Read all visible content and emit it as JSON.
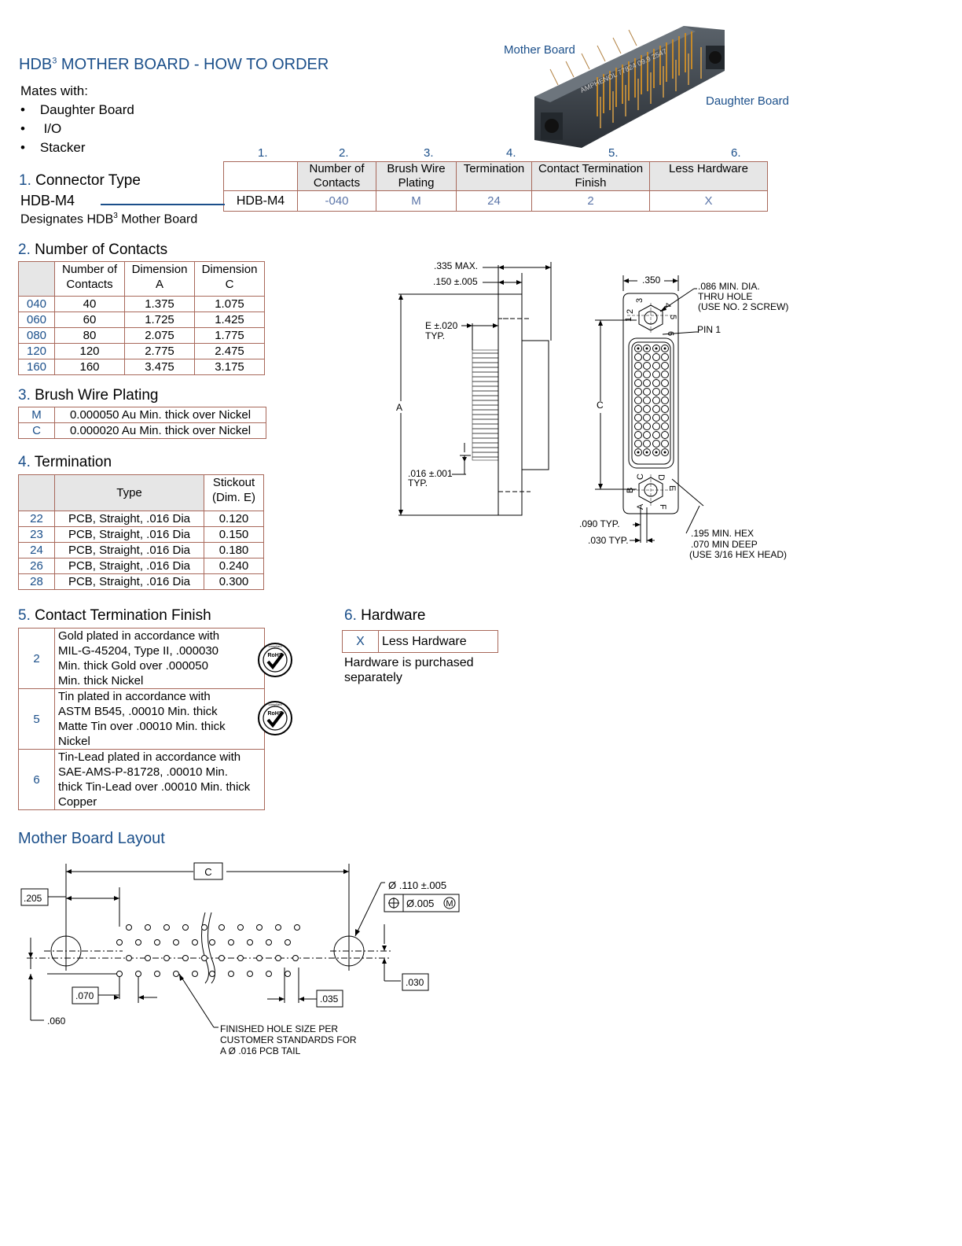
{
  "header": {
    "title_prefix": "HDB",
    "title_sup": "3",
    "title_rest": " MOTHER BOARD - HOW TO ORDER",
    "mates_label": "Mates with:",
    "mates": [
      "Daughter Board",
      " I/O",
      "Stacker"
    ]
  },
  "photo": {
    "mother_label": "Mother Board",
    "daughter_label": "Daughter Board",
    "print_text": "AMPHENOL 77824 09.9 2547"
  },
  "order": {
    "col_numbers": [
      "1.",
      "2.",
      "3.",
      "4.",
      "5.",
      "6."
    ],
    "headers": [
      "",
      "Number of Contacts",
      "Brush Wire Plating",
      "Termination",
      "Contact Termination Finish",
      "Less Hardware"
    ],
    "values": [
      "HDB-M4",
      "-040",
      "M",
      "24",
      "2",
      "X"
    ]
  },
  "section1": {
    "num": "1.",
    "title": " Connector Type",
    "code": "HDB-M4",
    "desc_prefix": "Designates HDB",
    "desc_sup": "3",
    "desc_rest": " Mother Board"
  },
  "section2": {
    "num": "2.",
    "title": " Number of Contacts",
    "headers": [
      "",
      "Number of Contacts",
      "Dimension A",
      "Dimension C"
    ],
    "rows": [
      [
        "040",
        "40",
        "1.375",
        "1.075"
      ],
      [
        "060",
        "60",
        "1.725",
        "1.425"
      ],
      [
        "080",
        "80",
        "2.075",
        "1.775"
      ],
      [
        "120",
        "120",
        "2.775",
        "2.475"
      ],
      [
        "160",
        "160",
        "3.475",
        "3.175"
      ]
    ]
  },
  "section3": {
    "num": "3.",
    "title": " Brush Wire Plating",
    "rows": [
      [
        "M",
        "0.000050 Au Min. thick over Nickel"
      ],
      [
        "C",
        "0.000020 Au Min. thick over Nickel"
      ]
    ]
  },
  "section4": {
    "num": "4.",
    "title": " Termination",
    "headers": [
      "",
      "Type",
      "Stickout (Dim. E)"
    ],
    "rows": [
      [
        "22",
        "PCB, Straight, .016 Dia",
        "0.120"
      ],
      [
        "23",
        "PCB, Straight, .016 Dia",
        "0.150"
      ],
      [
        "24",
        "PCB, Straight, .016 Dia",
        "0.180"
      ],
      [
        "26",
        "PCB, Straight, .016 Dia",
        "0.240"
      ],
      [
        "28",
        "PCB, Straight, .016 Dia",
        "0.300"
      ]
    ]
  },
  "section5": {
    "num": "5.",
    "title": " Contact Termination Finish",
    "rows": [
      [
        "2",
        "Gold plated in accordance with MIL-G-45204, Type II, .000030 Min. thick Gold over .000050 Min. thick Nickel"
      ],
      [
        "5",
        "Tin plated in accordance with ASTM B545, .00010 Min. thick Matte Tin over .00010 Min. thick Nickel"
      ],
      [
        "6",
        "Tin-Lead plated in accordance with SAE-AMS-P-81728, .00010 Min. thick Tin-Lead over .00010 Min. thick Copper"
      ]
    ],
    "rohs_label": "RoHS",
    "rohs_ring": "compliant"
  },
  "section6": {
    "num": "6.",
    "title": " Hardware",
    "code": "X",
    "label": "Less Hardware",
    "note": "Hardware is purchased separately"
  },
  "side_drawing": {
    "max": ".335 MAX.",
    "d150": ".150 ±.005",
    "e_dim": "E ±.020",
    "e_typ": "TYP.",
    "a": "A",
    "d016": ".016 ±.001",
    "d016_typ": "TYP."
  },
  "front_drawing": {
    "d350": ".350",
    "hole1": ".086 MIN. DIA.",
    "hole2": "THRU HOLE",
    "hole3": "(USE NO. 2 SCREW)",
    "pin1": "PIN 1",
    "c": "C",
    "d090": ".090 TYP.",
    "d030": ".030 TYP.",
    "hex1": ".195 MIN. HEX",
    "hex2": ".070 MIN DEEP",
    "hex3": "(USE 3/16 HEX HEAD)",
    "top_nums": [
      "1",
      "2",
      "3",
      "4",
      "5",
      "6"
    ],
    "bot_letters": [
      "A",
      "B",
      "C",
      "D",
      "E",
      "F"
    ]
  },
  "layout": {
    "title": "Mother Board Layout",
    "c": "C",
    "d205": ".205",
    "hole_dia": "Ø .110 ±.005",
    "tol": "Ø.005",
    "tol_m": "M",
    "d030": ".030",
    "d070": ".070",
    "d035": ".035",
    "d060": ".060",
    "note1": "FINISHED HOLE SIZE PER",
    "note2": "CUSTOMER STANDARDS FOR",
    "note3": "A Ø  .016 PCB TAIL"
  }
}
